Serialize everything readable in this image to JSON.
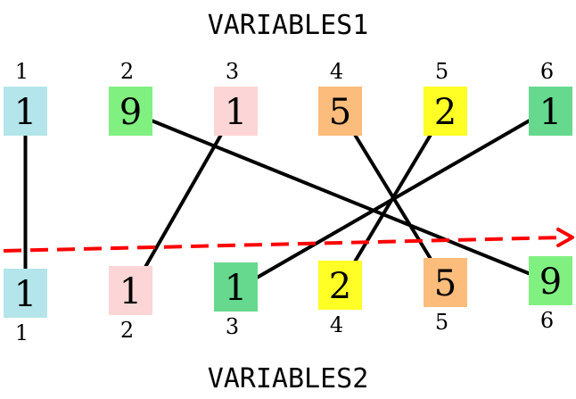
{
  "top_title": "VARIABLES1",
  "bottom_title": "VARIABLES2",
  "top_row": [
    {
      "index": "1",
      "value": "1",
      "color": "#b3e5ea"
    },
    {
      "index": "2",
      "value": "9",
      "color": "#80f080"
    },
    {
      "index": "3",
      "value": "1",
      "color": "#fcd6d6"
    },
    {
      "index": "4",
      "value": "5",
      "color": "#fbbc7c"
    },
    {
      "index": "5",
      "value": "2",
      "color": "#ffff26"
    },
    {
      "index": "6",
      "value": "1",
      "color": "#66d98e"
    }
  ],
  "bottom_row": [
    {
      "index": "1",
      "value": "1",
      "color": "#b3e5ea"
    },
    {
      "index": "2",
      "value": "1",
      "color": "#fcd6d6"
    },
    {
      "index": "3",
      "value": "1",
      "color": "#66d98e"
    },
    {
      "index": "4",
      "value": "2",
      "color": "#ffff26"
    },
    {
      "index": "5",
      "value": "5",
      "color": "#fbbc7c"
    },
    {
      "index": "6",
      "value": "9",
      "color": "#80f080"
    }
  ],
  "edges": [
    {
      "from": 1,
      "to": 1
    },
    {
      "from": 2,
      "to": 6
    },
    {
      "from": 3,
      "to": 2
    },
    {
      "from": 4,
      "to": 5
    },
    {
      "from": 5,
      "to": 4
    },
    {
      "from": 6,
      "to": 3
    }
  ],
  "arrow_color": "#ff0000"
}
